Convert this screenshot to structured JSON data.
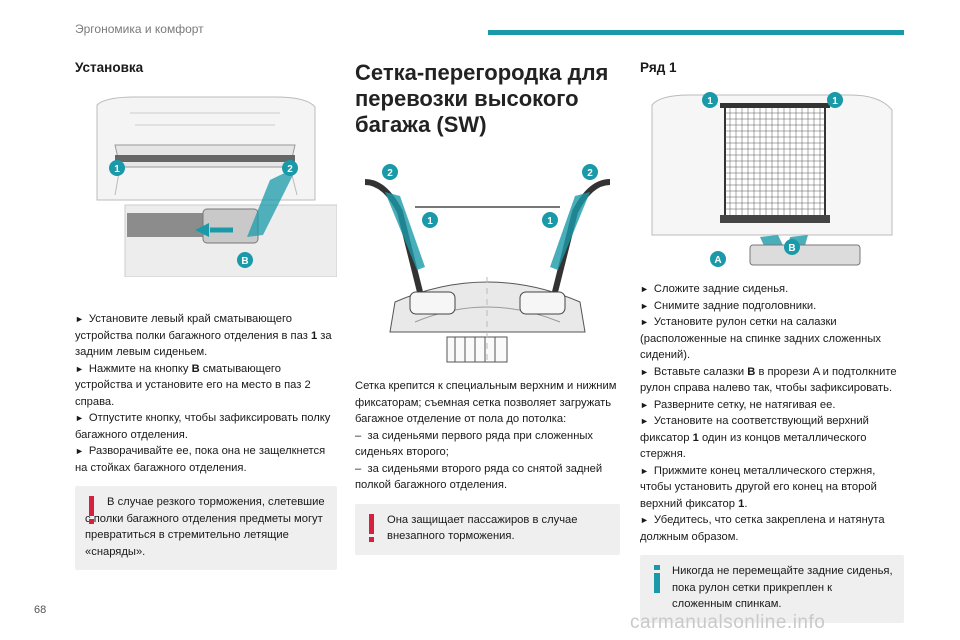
{
  "header": {
    "section_title": "Эргономика и комфорт"
  },
  "colors": {
    "accent": "#1a9aa8",
    "warning": "#d6203f",
    "info": "#1a9aa8",
    "note_bg": "#efefef"
  },
  "col1": {
    "heading": "Установка",
    "figure_badges": [
      "1",
      "2",
      "B"
    ],
    "steps": [
      {
        "pre": "Установите левый край сматывающего устройства полки багажного отделения в паз ",
        "bold": "1",
        "post": " за задним левым сиденьем."
      },
      {
        "pre": "Нажмите на кнопку ",
        "bold": "B",
        "post": " сматывающего устройства и установите его на место в паз 2 справа."
      },
      {
        "pre": "Отпустите кнопку, чтобы зафиксировать полку багажного отделения.",
        "bold": "",
        "post": ""
      },
      {
        "pre": "Разворачивайте ее, пока она не защелкнется на стойках багажного отделения.",
        "bold": "",
        "post": ""
      }
    ],
    "warning": "В случае резкого торможения, слетевшие с полки багажного отделения предметы могут превратиться в стремительно летящие «снаряды»."
  },
  "col2": {
    "heading": "Сетка-перегородка для перевозки высокого багажа (SW)",
    "figure_badges": [
      "2",
      "2",
      "1",
      "1"
    ],
    "text": "Сетка крепится к специальным верхним и нижним фиксаторам; съемная сетка позволяет загружать багажное отделение от пола до потолка:",
    "dash_items": [
      "за сиденьями первого ряда при сложенных сиденьях второго;",
      "за сиденьями второго ряда со снятой задней полкой багажного отделения."
    ],
    "warning": "Она защищает пассажиров в случае внезапного торможения."
  },
  "col3": {
    "heading": "Ряд 1",
    "figure_badges": [
      "1",
      "1",
      "A",
      "B"
    ],
    "steps": [
      {
        "pre": "Сложите задние сиденья.",
        "bold": "",
        "post": ""
      },
      {
        "pre": "Снимите задние подголовники.",
        "bold": "",
        "post": ""
      },
      {
        "pre": "Установите рулон сетки на салазки (расположенные на спинке задних сложенных сидений).",
        "bold": "",
        "post": ""
      },
      {
        "pre": "Вставьте салазки ",
        "bold": "B",
        "post": " в прорези A и подтолкните рулон справа налево так, чтобы зафиксировать."
      },
      {
        "pre": "Разверните сетку, не натягивая ее.",
        "bold": "",
        "post": ""
      },
      {
        "pre": "Установите на соответствующий верхний фиксатор ",
        "bold": "1",
        "post": " один из концов металлического стержня."
      },
      {
        "pre": "Прижмите конец металлического стержня, чтобы установить другой его конец на второй верхний фиксатор ",
        "bold": "1",
        "post": "."
      },
      {
        "pre": "Убедитесь, что сетка закреплена и натянута должным образом.",
        "bold": "",
        "post": ""
      }
    ],
    "info": "Никогда не перемещайте задние сиденья, пока рулон сетки прикреплен к сложенным спинкам."
  },
  "footer": {
    "page_number": "68",
    "watermark": "carmanualsonline.info"
  }
}
